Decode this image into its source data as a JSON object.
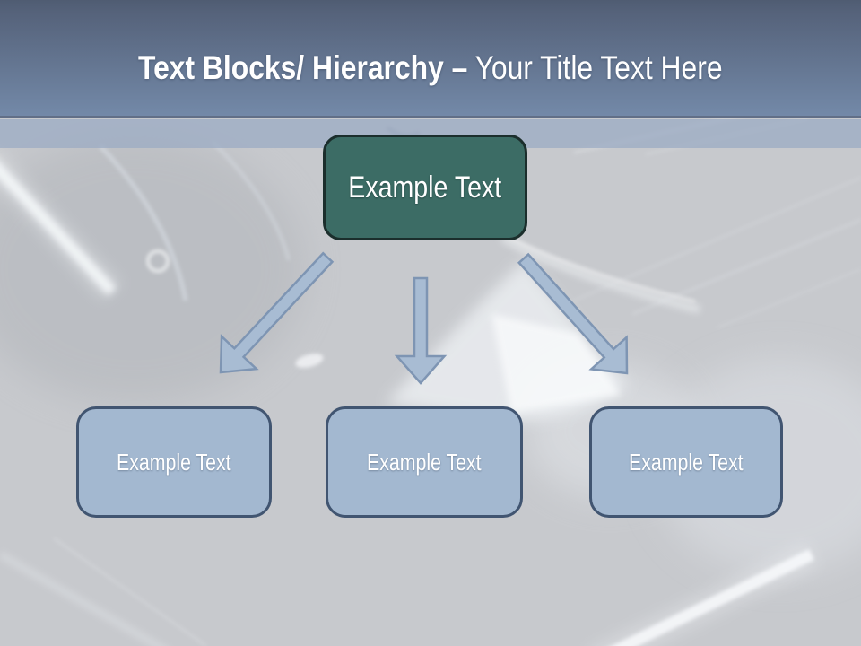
{
  "title": {
    "bold": "Text Blocks/ Hierarchy –",
    "regular": "Your Title Text Here"
  },
  "hierarchy": {
    "root": {
      "label": "Example Text"
    },
    "children": [
      {
        "label": "Example Text"
      },
      {
        "label": "Example Text"
      },
      {
        "label": "Example Text"
      }
    ]
  },
  "colors": {
    "canvas_bg": "#c7c9cd",
    "header_top": "#55627a",
    "header_bottom": "#7389a8",
    "band": "rgba(154,171,196,0.72)",
    "root_fill": "#3c6c65",
    "root_border": "#1b2e2c",
    "child_fill": "#a3b8d0",
    "child_border": "#415571",
    "arrow_fill": "#a8bcd3",
    "arrow_border": "#7e95b3",
    "title_text": "#ffffff",
    "node_text": "#ffffff"
  }
}
